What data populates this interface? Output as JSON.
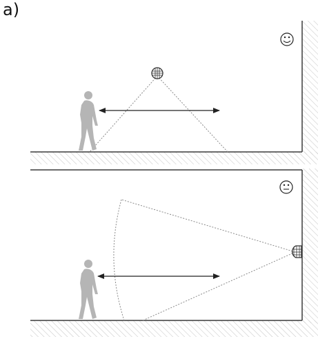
{
  "figure": {
    "panel_label": "a)"
  },
  "scenes": [
    {
      "name": "ceiling-mounted-sensor",
      "sensor_mount": "ceiling",
      "face_icon": "smiling-face-icon",
      "outcome": "detected"
    },
    {
      "name": "wall-mounted-sensor",
      "sensor_mount": "wall",
      "face_icon": "neutral-face-icon",
      "outcome": "neutral"
    }
  ],
  "colors": {
    "line": "#3a3a3a",
    "hatch": "#c8c8c8",
    "person": "#b5b5b5",
    "cone": "#8a8a8a"
  }
}
